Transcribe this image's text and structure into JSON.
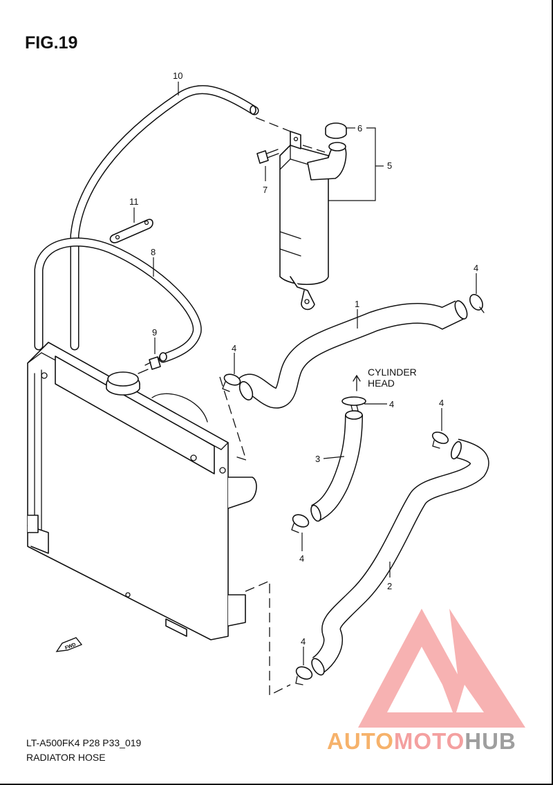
{
  "figure": {
    "title": "FIG.19",
    "code": "LT-A500FK4 P28 P33_019",
    "name": "RADIATOR HOSE"
  },
  "callouts": {
    "c1": "1",
    "c2": "2",
    "c3": "3",
    "c4a": "4",
    "c4b": "4",
    "c4c": "4",
    "c4d": "4",
    "c4e": "4",
    "c4f": "4",
    "c5": "5",
    "c6": "6",
    "c7": "7",
    "c8": "8",
    "c9": "9",
    "c10": "10",
    "c11": "11"
  },
  "annotations": {
    "cylinder_line1": "CYLINDER",
    "cylinder_line2": "HEAD",
    "fwd": "FWD"
  },
  "watermark": {
    "part1": "AUTO",
    "part2": "MOTO",
    "part3": "HUB",
    "color_auto": "#f6b26b",
    "color_moto": "#f4a0a0",
    "color_hub": "#9e9e9e",
    "color_logo": "#f28b8b"
  }
}
